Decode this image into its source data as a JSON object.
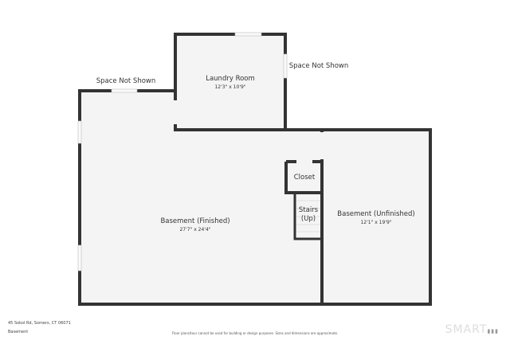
{
  "rooms": {
    "laundry": {
      "name": "Laundry Room",
      "dims": "12'3\" x 10'9\""
    },
    "finished": {
      "name": "Basement (Finished)",
      "dims": "27'7\" x 24'4\""
    },
    "unfinished": {
      "name": "Basement (Unfinished)",
      "dims": "12'1\" x 19'9\""
    },
    "closet": {
      "name": "Closet"
    },
    "stairs": {
      "line1": "Stairs",
      "line2": "(Up)"
    }
  },
  "annotations": {
    "space_left": "Space Not Shown",
    "space_right": "Space Not Shown"
  },
  "footer": {
    "address": "45 Sokol Rd, Somers, CT 06071",
    "floor": "Basement",
    "disclaimer": "Floor plans/tour cannot be used for building or design purposes. Sizes and dimensions are approximate.",
    "logo": "SMART MLS"
  },
  "colors": {
    "wall": "#333333",
    "floor": "#f4f4f4"
  }
}
